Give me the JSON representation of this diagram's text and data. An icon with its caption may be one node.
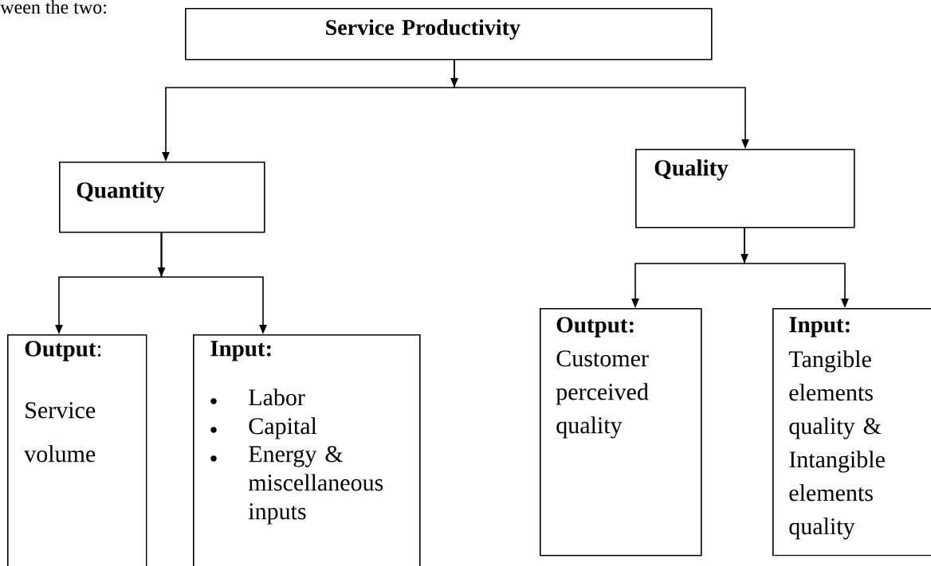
{
  "diagram": {
    "nodes": [
      {
        "text": [
          "Service Productivity"
        ]
      },
      {
        "text": [
          "Quantity"
        ]
      },
      {
        "text": [
          "Quality"
        ]
      },
      {
        "text": [
          "**Output**:",
          "Service volume"
        ]
      },
      {
        "text": [
          "Input:",
          "Labor",
          "Capital",
          "Energy & miscellaneous inputs"
        ]
      },
      {
        "text": [
          "Output:",
          "Customer perceived quality"
        ]
      },
      {
        "text": [
          "Input:",
          "Tangible elements quality & Intangible elements quality"
        ]
      }
    ],
    "edges": [
      {
        "from": 0,
        "to": 1,
        "arrow": "to"
      },
      {
        "from": 0,
        "to": 2,
        "arrow": "to"
      },
      {
        "from": 1,
        "to": 3,
        "arrow": "to"
      },
      {
        "from": 1,
        "to": 4,
        "arrow": "to"
      },
      {
        "from": 2,
        "to": 5,
        "arrow": "to"
      },
      {
        "from": 2,
        "to": 6,
        "arrow": "to"
      }
    ],
    "labels": [
      "ween the two:"
    ]
  }
}
